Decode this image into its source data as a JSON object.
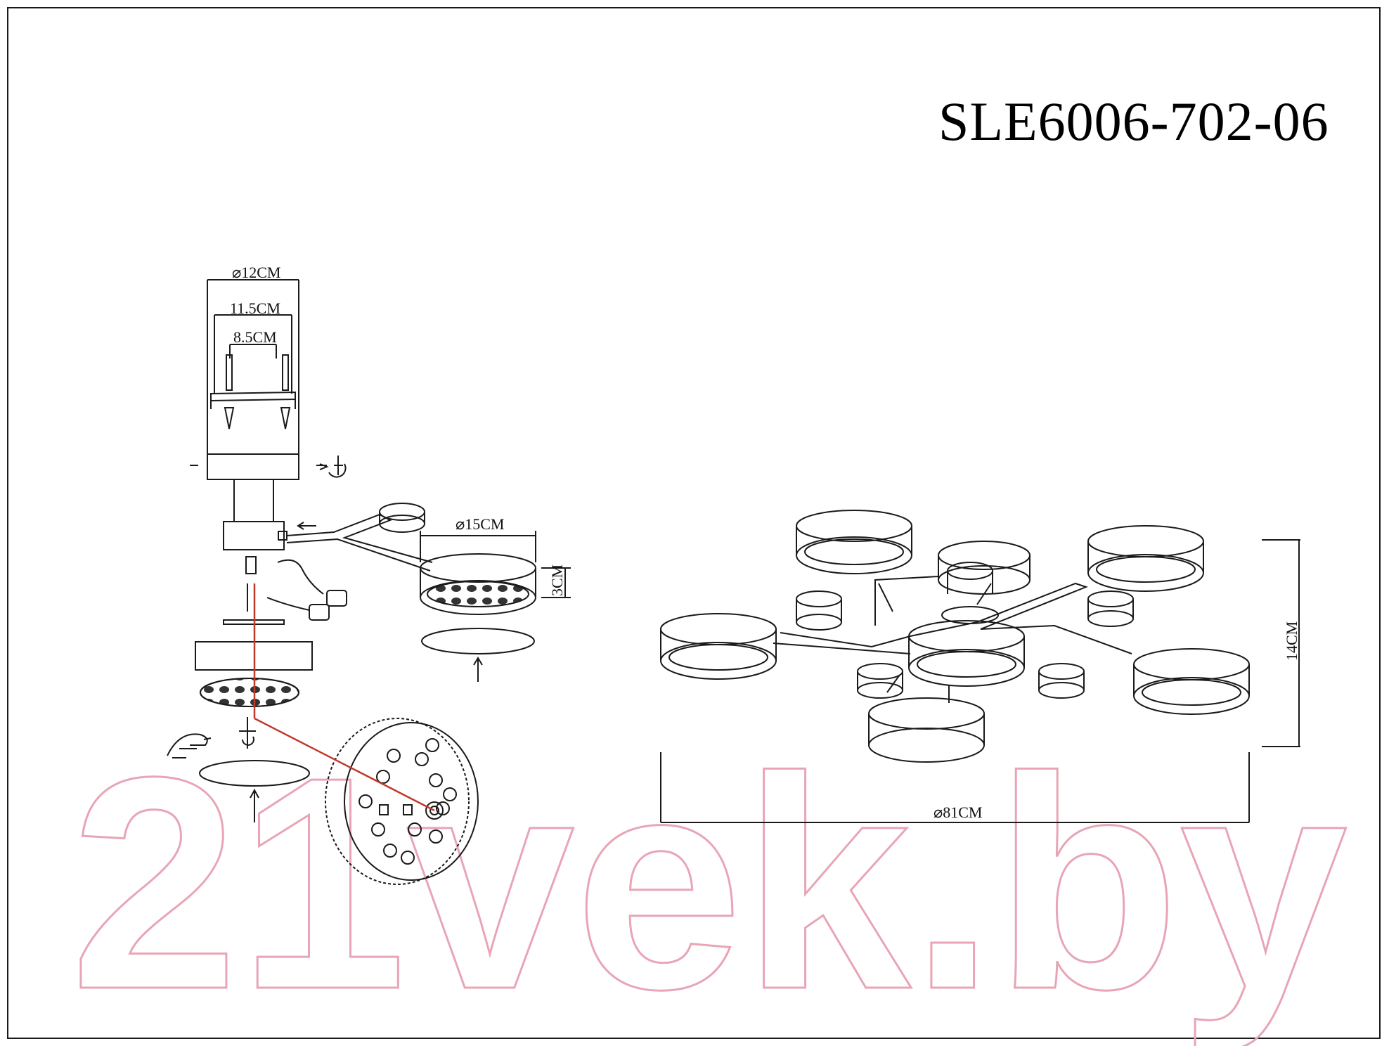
{
  "title": "SLE6006-702-06",
  "dimensions": {
    "base_diameter": "⌀12CM",
    "plate_width": "11.5CM",
    "screw_spacing": "8.5CM",
    "shade_diameter": "⌀15CM",
    "shade_height": "3CM",
    "overall_height": "14CM",
    "overall_diameter": "⌀81CM"
  },
  "watermark": "21vek.by",
  "colors": {
    "line": "#1a1a1a",
    "wire": "#c0392b",
    "watermark": "#e8a5b6"
  }
}
